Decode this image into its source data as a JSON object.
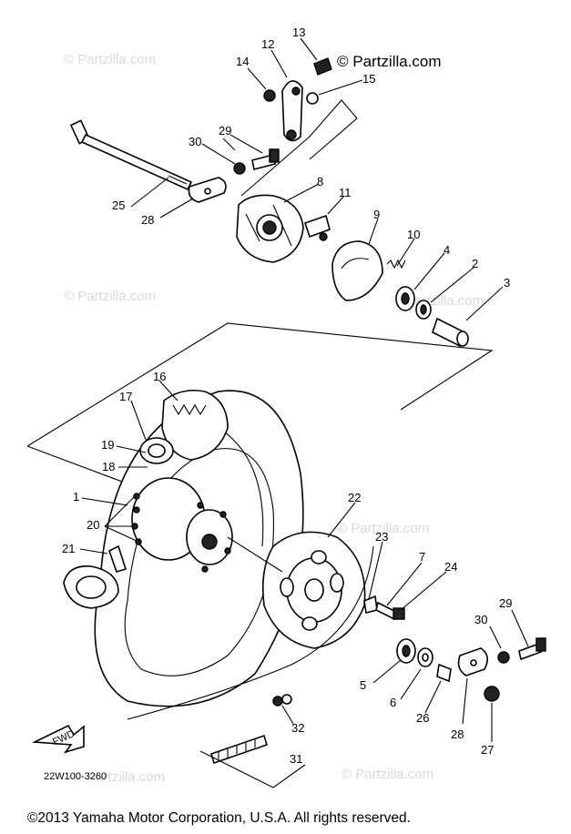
{
  "brand": "© Partzilla.com",
  "watermark": "© Partzilla.com",
  "diagram_code": "22W100-3260",
  "fwd_label": "FWD",
  "copyright": "©2013  Yamaha Motor Corporation, U.S.A. All rights reserved.",
  "callouts": [
    "1",
    "2",
    "3",
    "4",
    "5",
    "6",
    "7",
    "8",
    "9",
    "10",
    "11",
    "12",
    "13",
    "14",
    "15",
    "16",
    "17",
    "18",
    "19",
    "20",
    "21",
    "22",
    "23",
    "24",
    "25",
    "26",
    "27",
    "28",
    "28",
    "29",
    "29",
    "30",
    "30",
    "31",
    "32"
  ]
}
